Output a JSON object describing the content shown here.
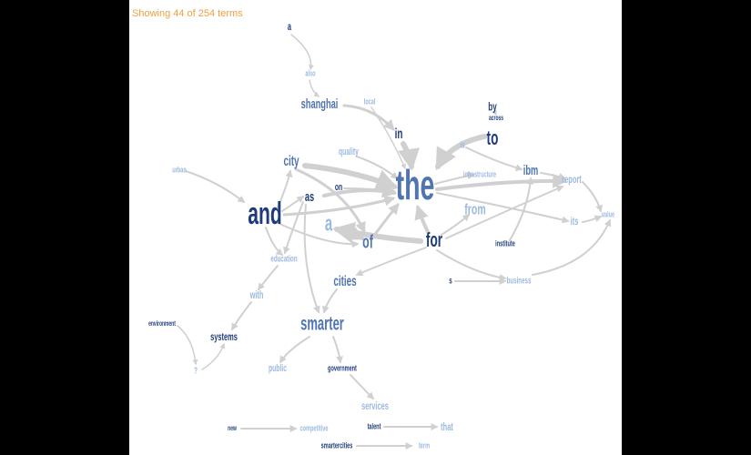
{
  "status_text": "Showing 44 of 254 terms",
  "colors": {
    "dark": "#1f3c7a",
    "mid": "#4f74b0",
    "light": "#9bb9e0",
    "edge": "#d0d0d0",
    "status": "#f0a040"
  },
  "terms": [
    {
      "id": "a_top",
      "text": "a",
      "tone": "dark"
    },
    {
      "id": "also",
      "text": "also",
      "tone": "light"
    },
    {
      "id": "shanghai",
      "text": "shanghai",
      "tone": "mid"
    },
    {
      "id": "local",
      "text": "local",
      "tone": "light"
    },
    {
      "id": "by",
      "text": "by",
      "tone": "dark"
    },
    {
      "id": "across",
      "text": "across",
      "tone": "dark"
    },
    {
      "id": "to",
      "text": "to",
      "tone": "dark"
    },
    {
      "id": "in",
      "text": "in",
      "tone": "dark"
    },
    {
      "id": "is",
      "text": "is",
      "tone": "light"
    },
    {
      "id": "quality",
      "text": "quality",
      "tone": "light"
    },
    {
      "id": "city",
      "text": "city",
      "tone": "mid"
    },
    {
      "id": "the",
      "text": "the",
      "tone": "mid"
    },
    {
      "id": "ibm",
      "text": "ibm",
      "tone": "mid"
    },
    {
      "id": "infrastructure",
      "text": "infrastructure",
      "tone": "light"
    },
    {
      "id": "urban",
      "text": "urban",
      "tone": "light"
    },
    {
      "id": "report",
      "text": "report",
      "tone": "light"
    },
    {
      "id": "on",
      "text": "on",
      "tone": "dark"
    },
    {
      "id": "as",
      "text": "as",
      "tone": "dark"
    },
    {
      "id": "and",
      "text": "and",
      "tone": "dark"
    },
    {
      "id": "a_mid",
      "text": "a",
      "tone": "light"
    },
    {
      "id": "from",
      "text": "from",
      "tone": "light"
    },
    {
      "id": "its",
      "text": "its",
      "tone": "light"
    },
    {
      "id": "value",
      "text": "value",
      "tone": "light"
    },
    {
      "id": "of",
      "text": "of",
      "tone": "mid"
    },
    {
      "id": "for",
      "text": "for",
      "tone": "dark"
    },
    {
      "id": "institute",
      "text": "institute",
      "tone": "dark"
    },
    {
      "id": "education",
      "text": "education",
      "tone": "light"
    },
    {
      "id": "cities",
      "text": "cities",
      "tone": "mid"
    },
    {
      "id": "s",
      "text": "s",
      "tone": "dark"
    },
    {
      "id": "business",
      "text": "business",
      "tone": "light"
    },
    {
      "id": "with",
      "text": "with",
      "tone": "light"
    },
    {
      "id": "smarter",
      "text": "smarter",
      "tone": "mid"
    },
    {
      "id": "environment",
      "text": "environment",
      "tone": "dark"
    },
    {
      "id": "systems",
      "text": "systems",
      "tone": "dark"
    },
    {
      "id": "public",
      "text": "public",
      "tone": "light"
    },
    {
      "id": "government",
      "text": "government",
      "tone": "dark"
    },
    {
      "id": "q",
      "text": "?",
      "tone": "light"
    },
    {
      "id": "services",
      "text": "services",
      "tone": "light"
    },
    {
      "id": "new",
      "text": "new",
      "tone": "dark"
    },
    {
      "id": "competitive",
      "text": "competitive",
      "tone": "light"
    },
    {
      "id": "talent",
      "text": "talent",
      "tone": "dark"
    },
    {
      "id": "that",
      "text": "that",
      "tone": "light"
    },
    {
      "id": "smartercities",
      "text": "smartercities",
      "tone": "dark"
    },
    {
      "id": "term",
      "text": "term",
      "tone": "light"
    }
  ]
}
